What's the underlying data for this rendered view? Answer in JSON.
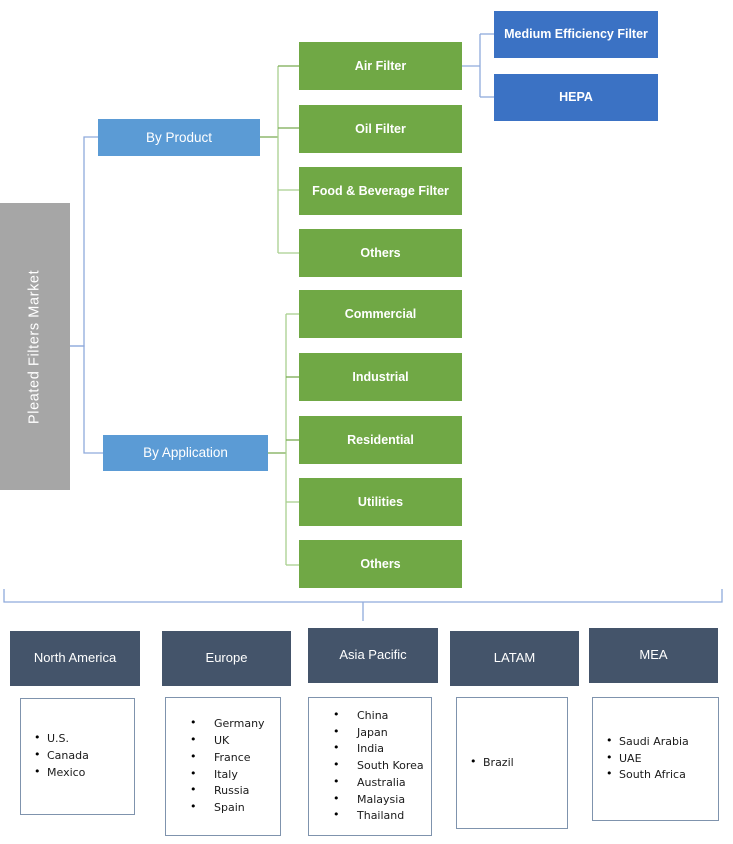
{
  "diagram": {
    "title": "Pleated Filters Market segmentation",
    "root": {
      "label": "Pleated Filters Market",
      "color": "#a6a6a6"
    },
    "categories": [
      {
        "id": "by-product",
        "label": "By Product",
        "color": "#5b9bd5"
      },
      {
        "id": "by-application",
        "label": "By Application",
        "color": "#5b9bd5"
      }
    ],
    "product_segments": [
      {
        "label": "Air Filter"
      },
      {
        "label": "Oil Filter"
      },
      {
        "label": "Food  & Beverage Filter"
      },
      {
        "label": "Others"
      }
    ],
    "air_filter_subtypes": [
      {
        "label": "Medium Efficiency Filter"
      },
      {
        "label": "HEPA"
      }
    ],
    "application_segments": [
      {
        "label": "Commercial"
      },
      {
        "label": "Industrial"
      },
      {
        "label": "Residential"
      },
      {
        "label": "Utilities"
      },
      {
        "label": "Others"
      }
    ],
    "regions": [
      {
        "id": "north-america",
        "header": "North America",
        "countries": [
          "U.S.",
          "Canada",
          "Mexico"
        ]
      },
      {
        "id": "europe",
        "header": "Europe",
        "countries": [
          "Germany",
          "UK",
          "France",
          "Italy",
          "Russia",
          "Spain"
        ]
      },
      {
        "id": "asia-pacific",
        "header": "Asia Pacific",
        "countries": [
          "China",
          "Japan",
          "India",
          "South Korea",
          "Australia",
          "Malaysia",
          "Thailand"
        ]
      },
      {
        "id": "latam",
        "header": "LATAM",
        "countries": [
          "Brazil"
        ]
      },
      {
        "id": "mea",
        "header": "MEA",
        "countries": [
          "Saudi Arabia",
          "UAE",
          "South Africa"
        ]
      }
    ],
    "colors": {
      "root_gray": "#a6a6a6",
      "category_blue": "#5b9bd5",
      "segment_green": "#70a845",
      "subtype_blue": "#3b72c4",
      "region_header": "#44546a",
      "connector_blue": "#8faadc",
      "connector_green": "#a9cf8f",
      "list_border": "#7f93ad"
    }
  }
}
